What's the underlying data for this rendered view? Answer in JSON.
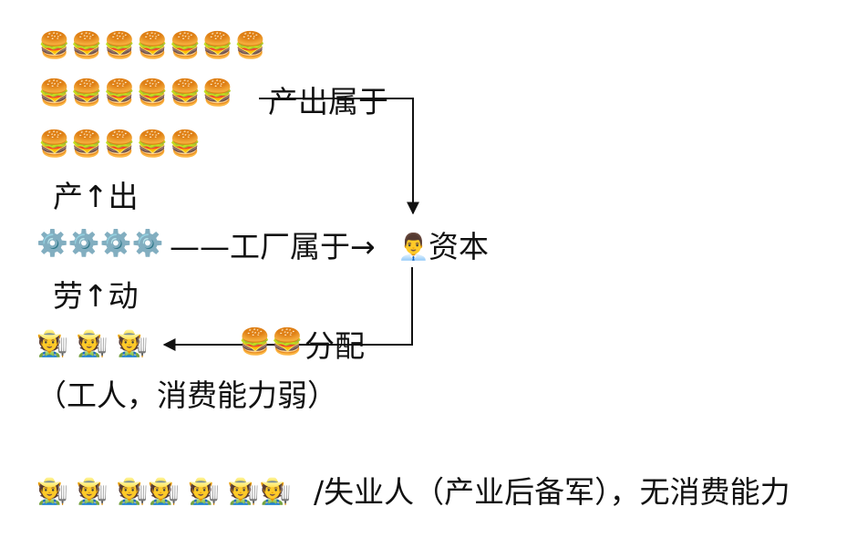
{
  "output_rows": [
    "🍔🍔🍔🍔🍔🍔🍔",
    "🍔🍔🍔🍔🍔🍔",
    "🍔🍔🍔🍔🍔"
  ],
  "output_label": "产↑出",
  "output_belongs": "产出属于",
  "gears": "⚙️⚙️⚙️⚙️",
  "factory_belongs": "——工厂属于→",
  "capitalist_icon": "👨‍💼",
  "capital_label": "资本",
  "labor_label": "劳↑动",
  "workers": "🧑‍🌾 🧑‍🌾 🧑‍🌾",
  "distribution_burgers": "🍔🍔",
  "distribution_label": "分配",
  "workers_note": "（工人，消费能力弱）",
  "unemployed_icons": "🧑‍🌾 🧑‍🌾 🧑‍🌾🧑‍🌾 🧑‍🌾 🧑‍🌾🧑‍🌾",
  "unemployed_text": "/失业人（产业后备军），无消费能力"
}
